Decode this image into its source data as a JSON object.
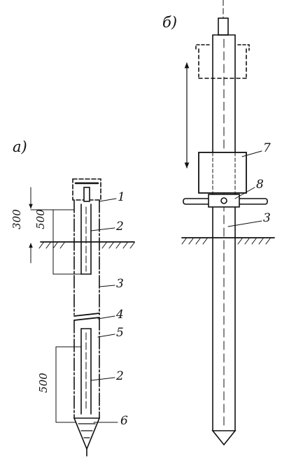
{
  "panels": {
    "a": "а)",
    "b": "б)"
  },
  "dimensions": {
    "d300": "300",
    "d500_top": "500",
    "d500_bottom": "500"
  },
  "callouts": {
    "a1": "1",
    "a2_top": "2",
    "a3": "3",
    "a4": "4",
    "a5": "5",
    "a2_bottom": "2",
    "a6": "6",
    "b7": "7",
    "b8": "8",
    "b3": "3"
  },
  "colors": {
    "ink": "#111111",
    "paper": "#ffffff"
  }
}
